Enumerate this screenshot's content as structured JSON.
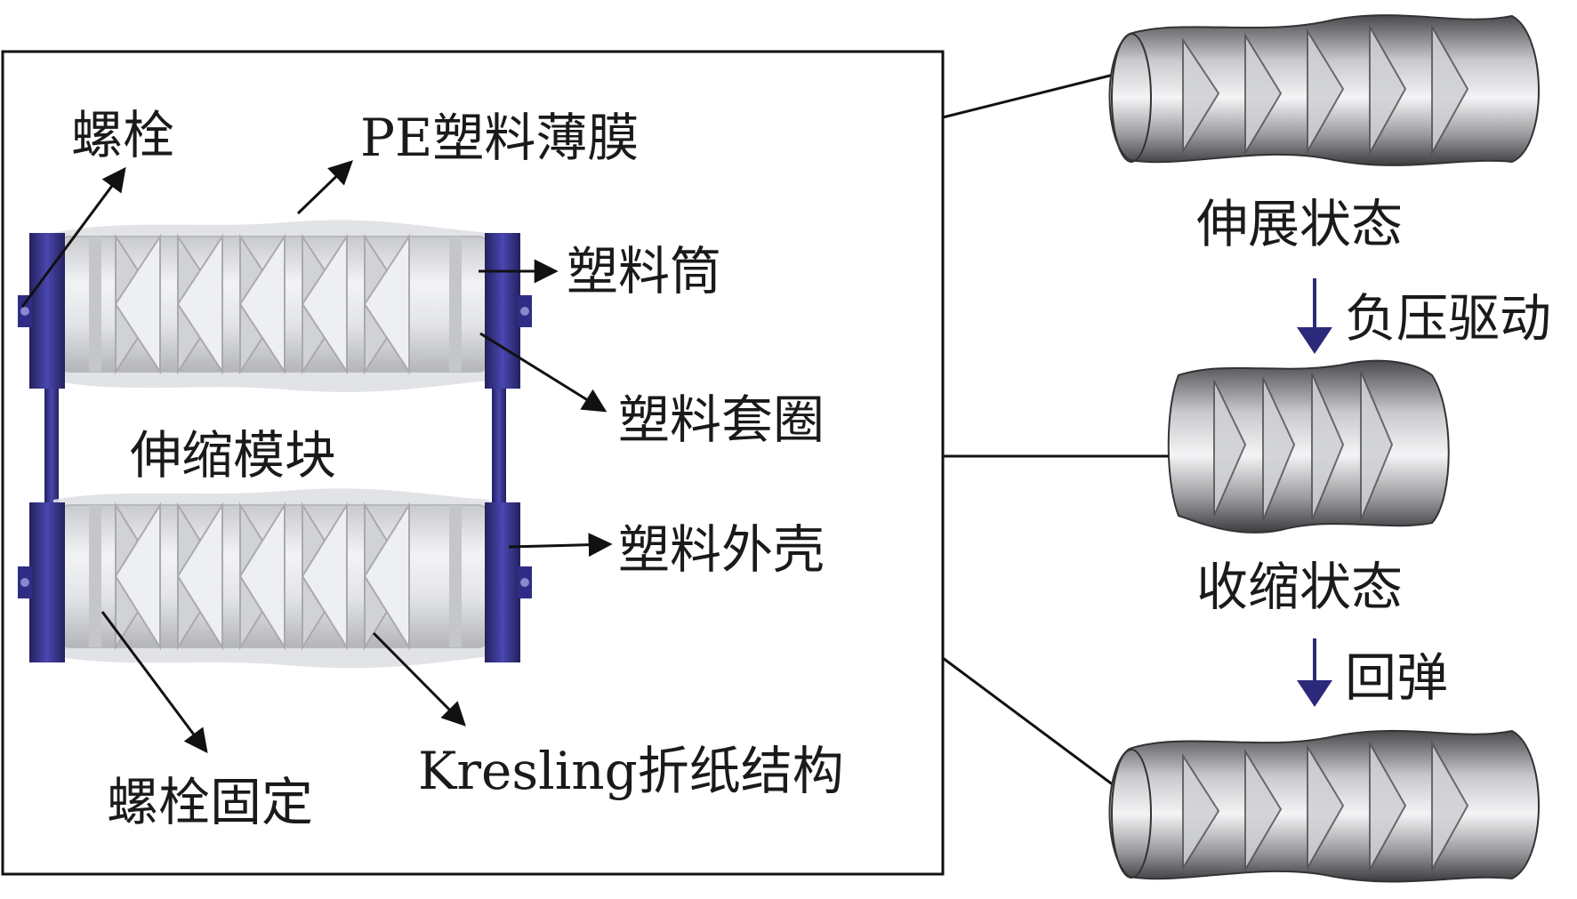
{
  "figure": {
    "left_panel": {
      "labels": {
        "bolt": "螺栓",
        "pe_film": "PE塑料薄膜",
        "plastic_tube": "塑料筒",
        "plastic_collar": "塑料套圈",
        "module": "伸缩模块",
        "plastic_shell": "塑料外壳",
        "bolt_fixing": "螺栓固定",
        "kresling": "Kresling折纸结构"
      }
    },
    "right_panel": {
      "states": {
        "extended": "伸展状态",
        "contracted": "收缩状态"
      },
      "transitions": {
        "negative_pressure": "负压驱动",
        "rebound": "回弹"
      }
    },
    "colors": {
      "end_cap": "#2f2c86",
      "arrow_blue": "#2b2a7a",
      "body_light": "#e6e7ea",
      "body_dark": "#5a5a5e",
      "line": "#111111"
    }
  }
}
